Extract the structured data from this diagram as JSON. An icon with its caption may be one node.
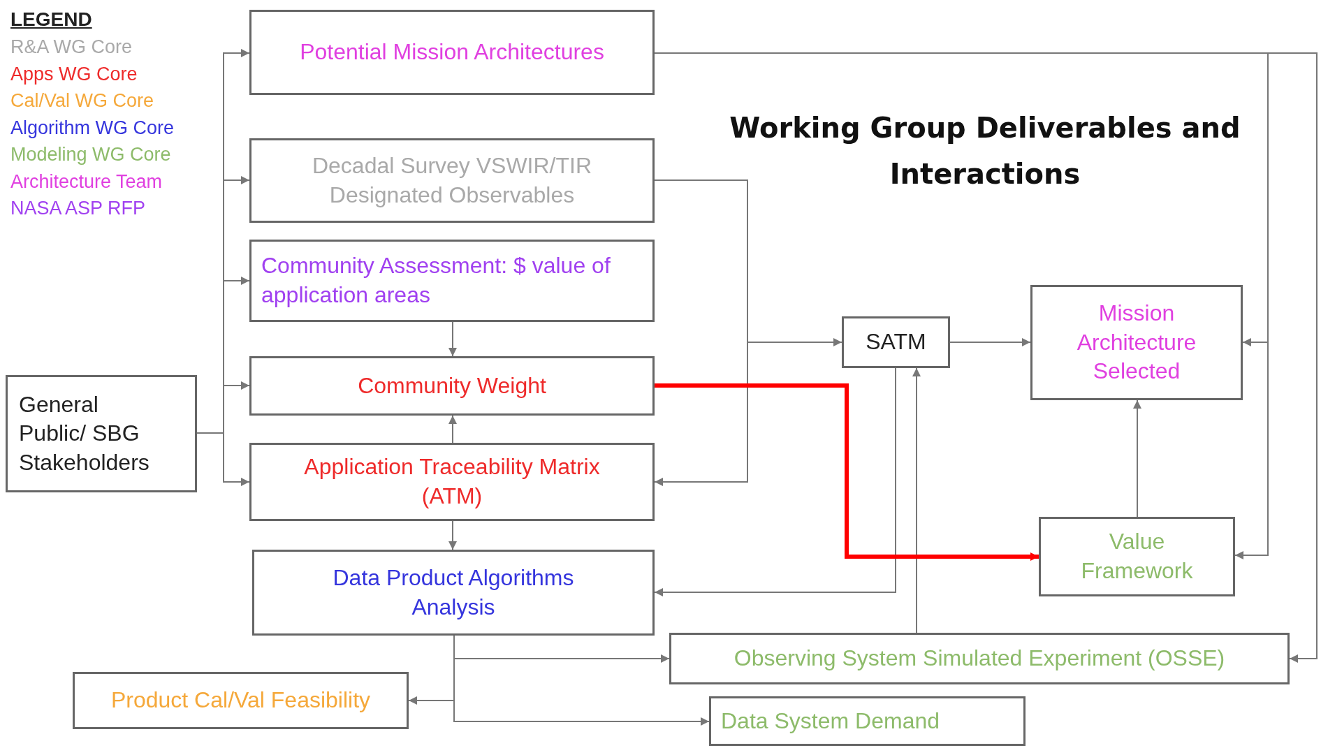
{
  "diagram": {
    "title": "Working Group Deliverables and Interactions",
    "nodes": [
      {
        "text": [
          "Potential Mission Architectures"
        ]
      },
      {
        "text": [
          "Decadal Survey VSWIR/TIR Designated Observables"
        ]
      },
      {
        "text": [
          "Community Assessment: $ value of application areas"
        ]
      },
      {
        "text": [
          "Community Weight"
        ]
      },
      {
        "text": [
          "Application Traceability Matrix (ATM)"
        ]
      },
      {
        "text": [
          "Data Product Algorithms Analysis"
        ]
      },
      {
        "text": [
          "General Public/ SBG Stakeholders"
        ]
      },
      {
        "text": [
          "SATM"
        ]
      },
      {
        "text": [
          "Mission Architecture Selected"
        ]
      },
      {
        "text": [
          "Value Framework"
        ]
      },
      {
        "text": [
          "Observing System Simulated Experiment (OSSE)"
        ]
      },
      {
        "text": [
          "Data System Demand"
        ]
      },
      {
        "text": [
          "Product Cal/Val Feasibility"
        ]
      }
    ],
    "edges": [
      {
        "from": 6,
        "to": 0,
        "arrow": "to"
      },
      {
        "from": 6,
        "to": 1,
        "arrow": "to"
      },
      {
        "from": 6,
        "to": 2,
        "arrow": "to"
      },
      {
        "from": 6,
        "to": 3,
        "arrow": "to"
      },
      {
        "from": 6,
        "to": 4,
        "arrow": "to"
      },
      {
        "from": 2,
        "to": 3,
        "arrow": "to"
      },
      {
        "from": 4,
        "to": 3,
        "arrow": "to"
      },
      {
        "from": 4,
        "to": 5,
        "arrow": "to"
      },
      {
        "from": 1,
        "to": 7,
        "arrow": "to"
      },
      {
        "from": 1,
        "to": 4,
        "arrow": "to"
      },
      {
        "from": 7,
        "to": 8,
        "arrow": "to"
      },
      {
        "from": 7,
        "to": 5,
        "arrow": "to"
      },
      {
        "from": 10,
        "to": 7,
        "arrow": "to"
      },
      {
        "from": 3,
        "to": 9,
        "arrow": "to",
        "style": "thick",
        "color": "#ff0000"
      },
      {
        "from": 9,
        "to": 8,
        "arrow": "to"
      },
      {
        "from": 0,
        "to": 8,
        "arrow": "to"
      },
      {
        "from": 0,
        "to": 9,
        "arrow": "to"
      },
      {
        "from": 0,
        "to": 10,
        "arrow": "to"
      },
      {
        "from": 5,
        "to": 10,
        "arrow": "to"
      },
      {
        "from": 5,
        "to": 11,
        "arrow": "to"
      },
      {
        "from": 5,
        "to": 12,
        "arrow": "to"
      }
    ],
    "labels": [
      "LEGEND"
    ],
    "legend": [
      {
        "text": "R&A WG Core",
        "color": "#a9a9a9"
      },
      {
        "text": "Apps WG Core",
        "color": "#ee2a2a"
      },
      {
        "text": "Cal/Val WG Core",
        "color": "#f5a83a"
      },
      {
        "text": "Algorithm WG Core",
        "color": "#3535dd"
      },
      {
        "text": "Modeling WG Core",
        "color": "#8dbb6a"
      },
      {
        "text": "Architecture Team",
        "color": "#e040e0"
      },
      {
        "text": "NASA ASP RFP",
        "color": "#a040f0"
      }
    ]
  }
}
